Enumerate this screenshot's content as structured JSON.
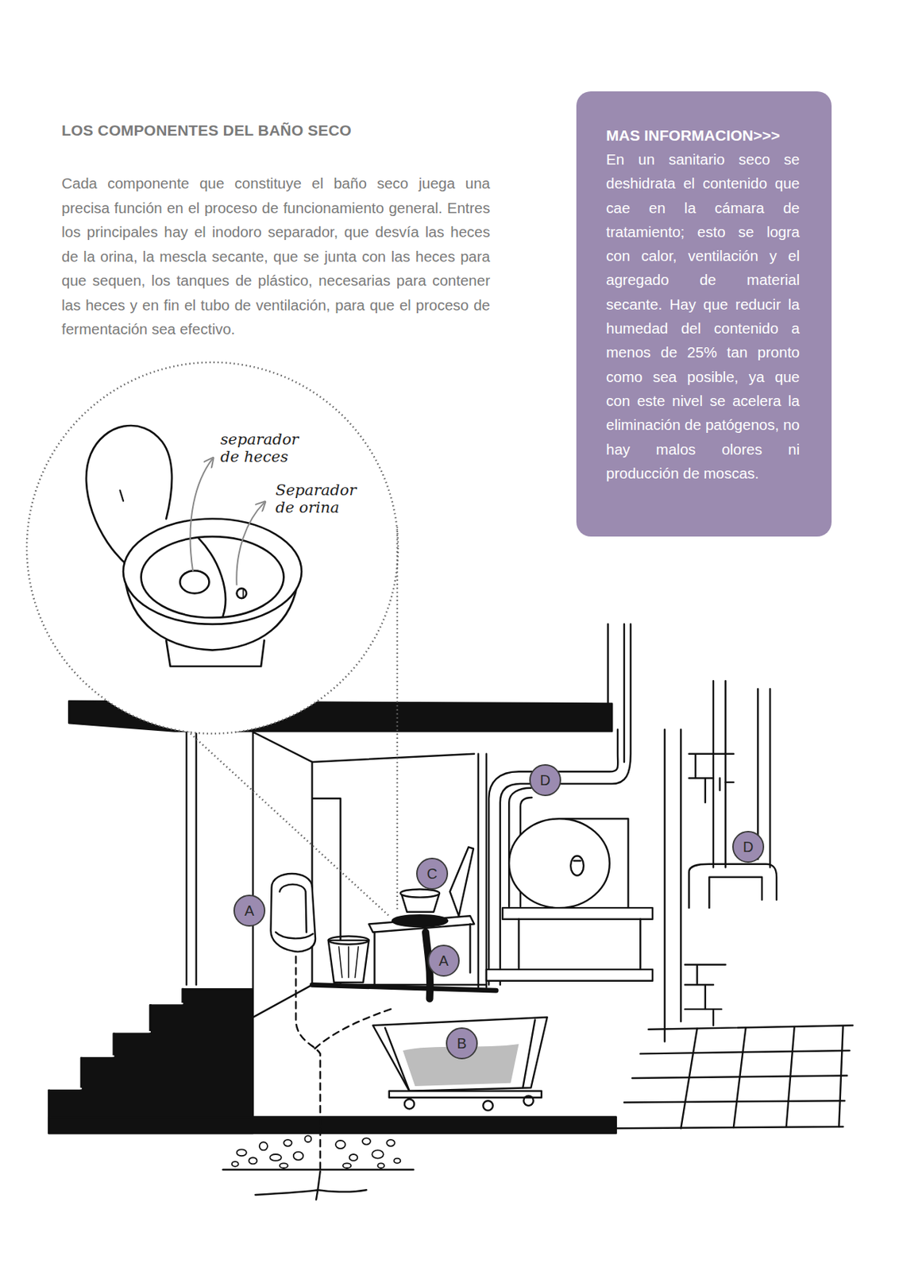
{
  "diagram": {
    "title": "LOS COMPONENTES DEL BAÑO SECO",
    "nodes": [
      {
        "text": [
          "MAS INFORMACION>>>",
          "En un sanitario seco se deshidrata el contenido que cae en la cámara de tratamiento; esto se logra con calor, ventilación y el agregado de material secante. Hay que reducir la humedad del contenido a menos de 25% tan pronto como sea posible, ya que con este nivel se acelera la eliminación de patógenos, no hay malos olores ni producción de moscas."
        ]
      },
      {
        "text": [
          "D"
        ]
      },
      {
        "text": [
          "D"
        ]
      },
      {
        "text": [
          "C"
        ]
      },
      {
        "text": [
          "A"
        ]
      },
      {
        "text": [
          "A"
        ]
      },
      {
        "text": [
          "B"
        ]
      }
    ],
    "labels": [
      "Cada componente que constituye el baño seco juega una precisa función en el proceso de funcionamiento general. Entres los principales hay el inodoro separador, que desvía las heces de la orina, la mescla secante, que se junta con las heces para que sequen, los tanques de plástico, necesarias para contener las heces y en fin el tubo de ventilación, para que el proceso de fermentación sea efectivo.",
      "separador de heces",
      "Separador de orina"
    ]
  }
}
